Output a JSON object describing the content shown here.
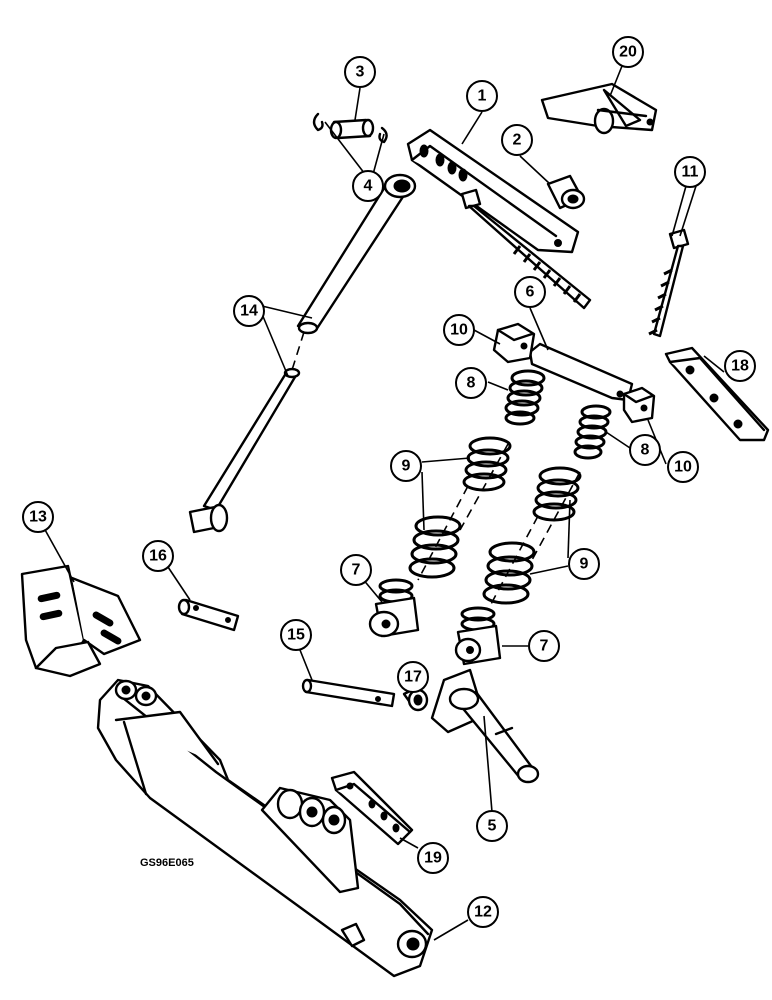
{
  "figure_code": "GS96E065",
  "callouts": [
    {
      "id": "c1",
      "label": "1"
    },
    {
      "id": "c2",
      "label": "2"
    },
    {
      "id": "c3",
      "label": "3"
    },
    {
      "id": "c4",
      "label": "4"
    },
    {
      "id": "c5",
      "label": "5"
    },
    {
      "id": "c6",
      "label": "6"
    },
    {
      "id": "c7a",
      "label": "7"
    },
    {
      "id": "c7b",
      "label": "7"
    },
    {
      "id": "c8a",
      "label": "8"
    },
    {
      "id": "c8b",
      "label": "8"
    },
    {
      "id": "c9a",
      "label": "9"
    },
    {
      "id": "c9b",
      "label": "9"
    },
    {
      "id": "c10a",
      "label": "10"
    },
    {
      "id": "c10b",
      "label": "10"
    },
    {
      "id": "c11",
      "label": "11"
    },
    {
      "id": "c12",
      "label": "12"
    },
    {
      "id": "c13",
      "label": "13"
    },
    {
      "id": "c14",
      "label": "14"
    },
    {
      "id": "c15",
      "label": "15"
    },
    {
      "id": "c16",
      "label": "16"
    },
    {
      "id": "c17",
      "label": "17"
    },
    {
      "id": "c18",
      "label": "18"
    },
    {
      "id": "c19",
      "label": "19"
    },
    {
      "id": "c20",
      "label": "20"
    }
  ]
}
